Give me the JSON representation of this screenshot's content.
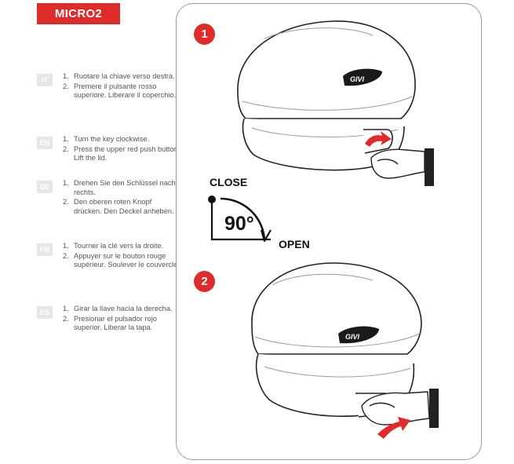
{
  "title": "MICRO2",
  "languages": [
    {
      "code": "IT",
      "steps": [
        {
          "num": "1.",
          "text": "Ruotare la chiave verso destra."
        },
        {
          "num": "2.",
          "text": "Premere il pulsante rosso superiore. Liberare il coperchio."
        }
      ]
    },
    {
      "code": "EN",
      "steps": [
        {
          "num": "1.",
          "text": "Turn the key clockwise."
        },
        {
          "num": "2.",
          "text": "Press the upper red push button. Lift the lid."
        }
      ]
    },
    {
      "code": "DE",
      "steps": [
        {
          "num": "1.",
          "text": "Drehen Sie den Schlüssel nach rechts."
        },
        {
          "num": "2.",
          "text": "Den oberen roten Knopf drücken. Den Deckel anheben."
        }
      ]
    },
    {
      "code": "FR",
      "steps": [
        {
          "num": "1.",
          "text": "Tourner la clé vers la droite."
        },
        {
          "num": "2.",
          "text": "Appuyer sur le bouton rouge supérieur. Soulever le couvercle."
        }
      ]
    },
    {
      "code": "ES",
      "steps": [
        {
          "num": "1.",
          "text": "Girar la llave hacia la derecha."
        },
        {
          "num": "2.",
          "text": "Presionar el pulsador rojo superior. Liberar la tapa."
        }
      ]
    }
  ],
  "illustration": {
    "step1": "1",
    "step2": "2",
    "close_label": "CLOSE",
    "angle_label": "90°",
    "open_label": "OPEN",
    "brand": "GIVI"
  },
  "colors": {
    "accent": "#e02b2b",
    "outline": "#222222",
    "panel_border": "#9a9a9a"
  }
}
